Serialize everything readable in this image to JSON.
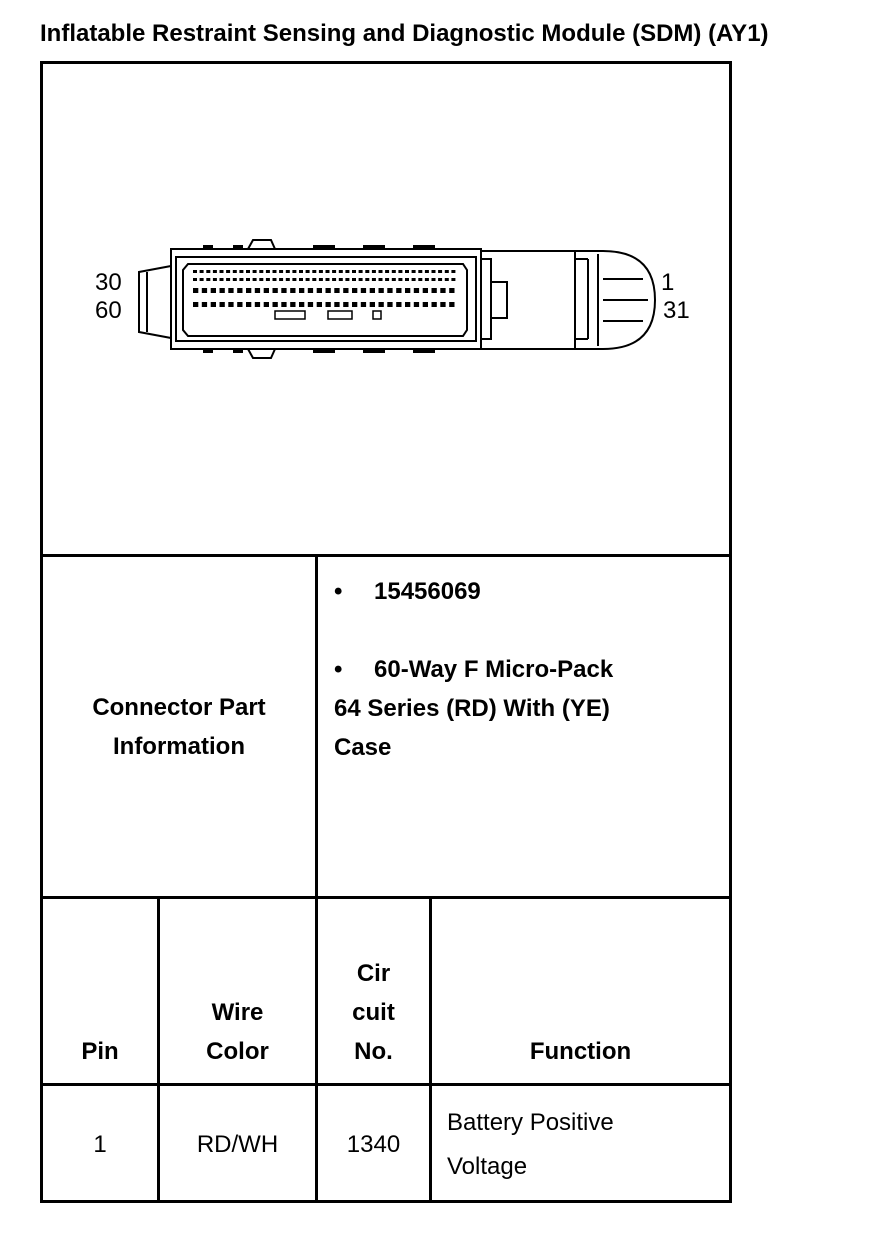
{
  "title": "Inflatable Restraint Sensing and Diagnostic Module (SDM) (AY1)",
  "connector": {
    "pins": {
      "top_left": "30",
      "bottom_left": "60",
      "top_right": "1",
      "bottom_right": "31"
    }
  },
  "part_info": {
    "label_line1": "Connector Part",
    "label_line2": "Information",
    "part_number": "15456069",
    "description_line1": "60-Way F Micro-Pack",
    "description_line2": "64 Series (RD) With (YE)",
    "description_line3": "Case",
    "bullet": "•"
  },
  "table": {
    "headers": {
      "pin": "Pin",
      "wire_line1": "Wire",
      "wire_line2": "Color",
      "circuit_line1": "Cir",
      "circuit_line2": "cuit",
      "circuit_line3": "No.",
      "function": "Function"
    },
    "rows": [
      {
        "pin": "1",
        "wire_color": "RD/WH",
        "circuit": "1340",
        "function_line1": "Battery Positive",
        "function_line2": "Voltage"
      }
    ]
  }
}
